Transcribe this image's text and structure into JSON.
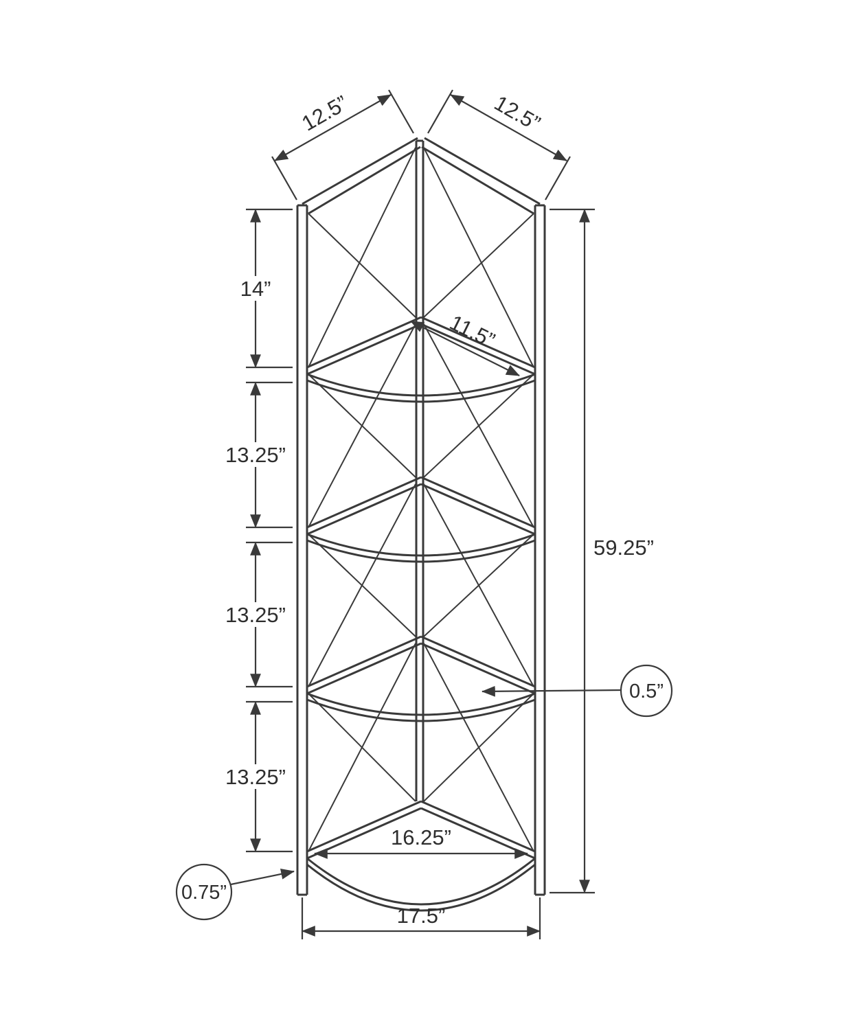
{
  "diagram": {
    "colors": {
      "line": "#3a3a3a",
      "text": "#2e2e2e",
      "background": "#ffffff"
    },
    "labels": {
      "top_left_depth": "12.5”",
      "top_right_depth": "12.5”",
      "section_top": "14”",
      "section_2": "13.25”",
      "section_3": "13.25”",
      "section_4": "13.25”",
      "overall_height": "59.25”",
      "shelf_depth": "11.5”",
      "bottom_shelf_width": "16.25”",
      "overall_width": "17.5”",
      "shelf_thickness": "0.5”",
      "frame_thickness": "0.75”"
    }
  }
}
